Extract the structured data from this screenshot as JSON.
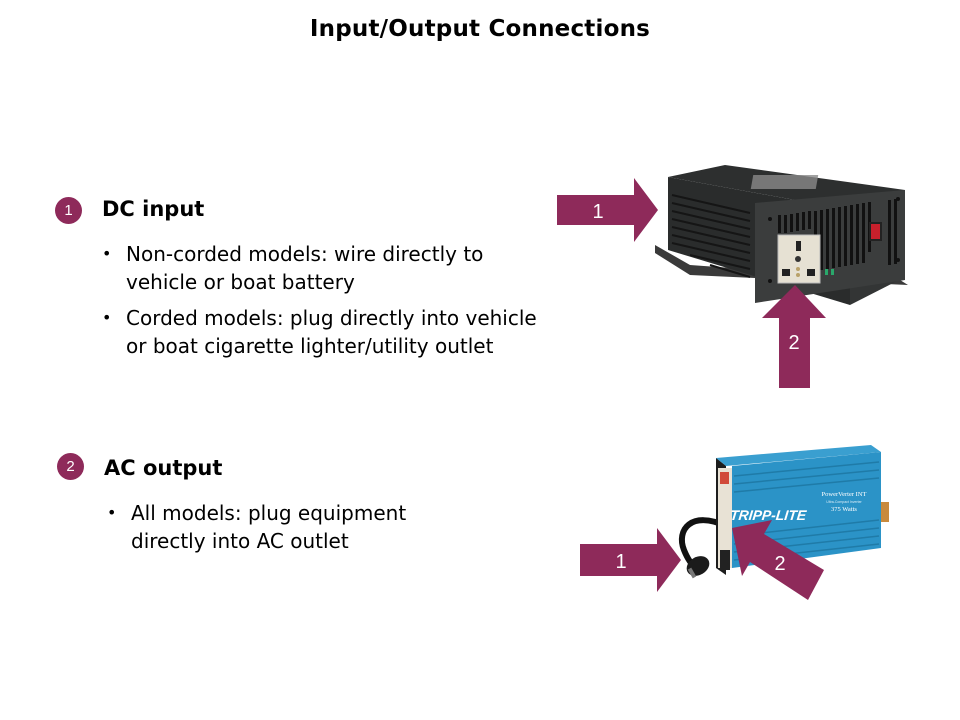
{
  "slide": {
    "title": "Input/Output Connections",
    "accent_color": "#8e2a5a"
  },
  "sections": [
    {
      "number": "1",
      "heading": "DC input",
      "bullets": [
        "Non-corded models: wire directly to vehicle or boat battery",
        "Corded models: plug directly into vehicle or boat cigarette lighter/utility outlet"
      ]
    },
    {
      "number": "2",
      "heading": "AC output",
      "bullets": [
        "All models: plug equipment directly into AC outlet"
      ]
    }
  ],
  "images": {
    "top": {
      "description": "Black hardwired power inverter with universal AC outlet",
      "arrow_labels": [
        "1",
        "2"
      ]
    },
    "bottom": {
      "description": "Blue corded power inverter with cigarette lighter plug",
      "brand": "TRIPP-LITE",
      "model": "PowerVerter INT",
      "model_subtitle": "Ultra-Compact Inverter",
      "wattage": "375 Watts",
      "arrow_labels": [
        "1",
        "2"
      ]
    }
  },
  "bullet_glyph": "•"
}
